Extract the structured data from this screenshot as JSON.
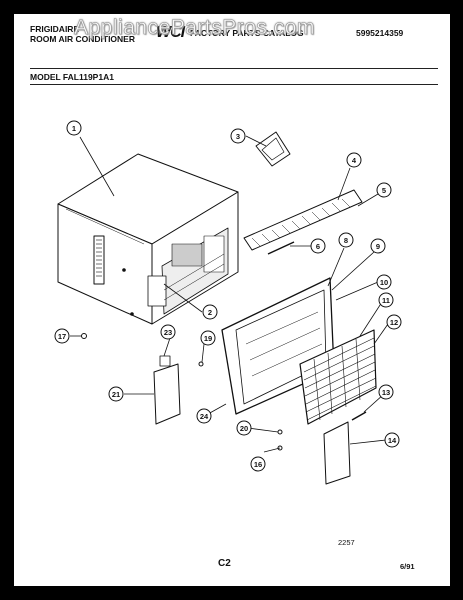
{
  "watermark": "AppliancePartsPros.com",
  "header": {
    "brand_line1": "FRIGIDAIRE",
    "brand_line2": "ROOM AIR CONDITIONER",
    "logo": "WCI",
    "catalog": "FACTORY PARTS CATALOG",
    "part_number": "5995214359"
  },
  "model": "MODEL FAL119P1A1",
  "callouts": [
    "1",
    "2",
    "3",
    "4",
    "5",
    "6",
    "8",
    "9",
    "10",
    "11",
    "12",
    "13",
    "14",
    "16",
    "17",
    "19",
    "20",
    "21",
    "23",
    "24"
  ],
  "footer": {
    "ref_number": "2257",
    "page": "C2",
    "date": "6/91"
  }
}
